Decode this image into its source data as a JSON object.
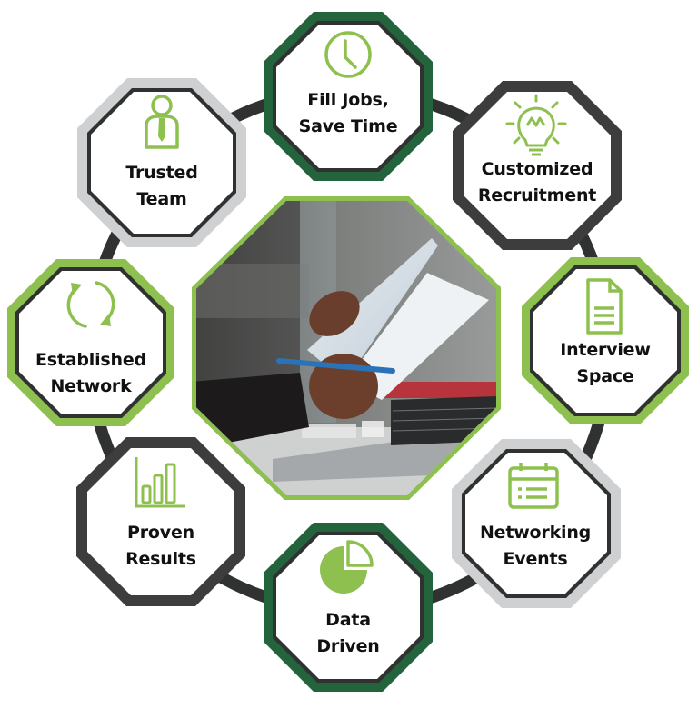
{
  "diagram": {
    "type": "circular-octagon-ring",
    "center_image": {
      "description": "Photo of hands holding papers and a pen above a laptop keyboard",
      "border_color": "#8dc04f"
    },
    "ring_color": "#2f3230",
    "colors": {
      "accent_green": "#8dc04f",
      "dark_green": "#23643d",
      "charcoal": "#3d3d3d",
      "light_gray": "#cfd0d2",
      "text": "#111111"
    },
    "nodes": [
      {
        "id": "fill-jobs",
        "line1": "Fill Jobs,",
        "line2": "Save Time",
        "icon": "clock-icon",
        "border": "dark-green"
      },
      {
        "id": "customized-recruitment",
        "line1": "Customized",
        "line2": "Recruitment",
        "icon": "lightbulb-icon",
        "border": "charcoal"
      },
      {
        "id": "interview-space",
        "line1": "Interview",
        "line2": "Space",
        "icon": "document-icon",
        "border": "green"
      },
      {
        "id": "networking-events",
        "line1": "Networking",
        "line2": "Events",
        "icon": "calendar-icon",
        "border": "light-gray"
      },
      {
        "id": "data-driven",
        "line1": "Data",
        "line2": "Driven",
        "icon": "pie-chart-icon",
        "border": "dark-green"
      },
      {
        "id": "proven-results",
        "line1": "Proven",
        "line2": "Results",
        "icon": "bar-chart-icon",
        "border": "charcoal"
      },
      {
        "id": "established-network",
        "line1": "Established",
        "line2": "Network",
        "icon": "refresh-arrows-icon",
        "border": "green"
      },
      {
        "id": "trusted-team",
        "line1": "Trusted",
        "line2": "Team",
        "icon": "person-tie-icon",
        "border": "light-gray"
      }
    ]
  }
}
